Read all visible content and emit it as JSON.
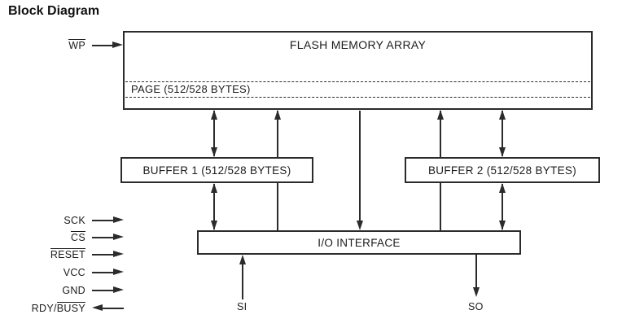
{
  "title": "Block Diagram",
  "colors": {
    "line": "#2b2b2b",
    "text": "#1c1c1c",
    "background": "#ffffff"
  },
  "blocks": {
    "flash": {
      "label": "FLASH MEMORY ARRAY",
      "page_label": "PAGE (512/528 BYTES)"
    },
    "buffer1": {
      "label": "BUFFER 1 (512/528 BYTES)"
    },
    "buffer2": {
      "label": "BUFFER 2 (512/528 BYTES)"
    },
    "io": {
      "label": "I/O INTERFACE"
    }
  },
  "signals": {
    "wp": {
      "pre": "",
      "bar": "WP",
      "direction": "in"
    },
    "left": [
      {
        "pre": "SCK",
        "bar": "",
        "direction": "in"
      },
      {
        "pre": "",
        "bar": "CS",
        "direction": "in"
      },
      {
        "pre": "",
        "bar": "RESET",
        "direction": "in"
      },
      {
        "pre": "VCC",
        "bar": "",
        "direction": "in"
      },
      {
        "pre": "GND",
        "bar": "",
        "direction": "in"
      },
      {
        "pre": "RDY/",
        "bar": "BUSY",
        "direction": "out"
      }
    ],
    "bottom": {
      "si": "SI",
      "so": "SO"
    }
  }
}
